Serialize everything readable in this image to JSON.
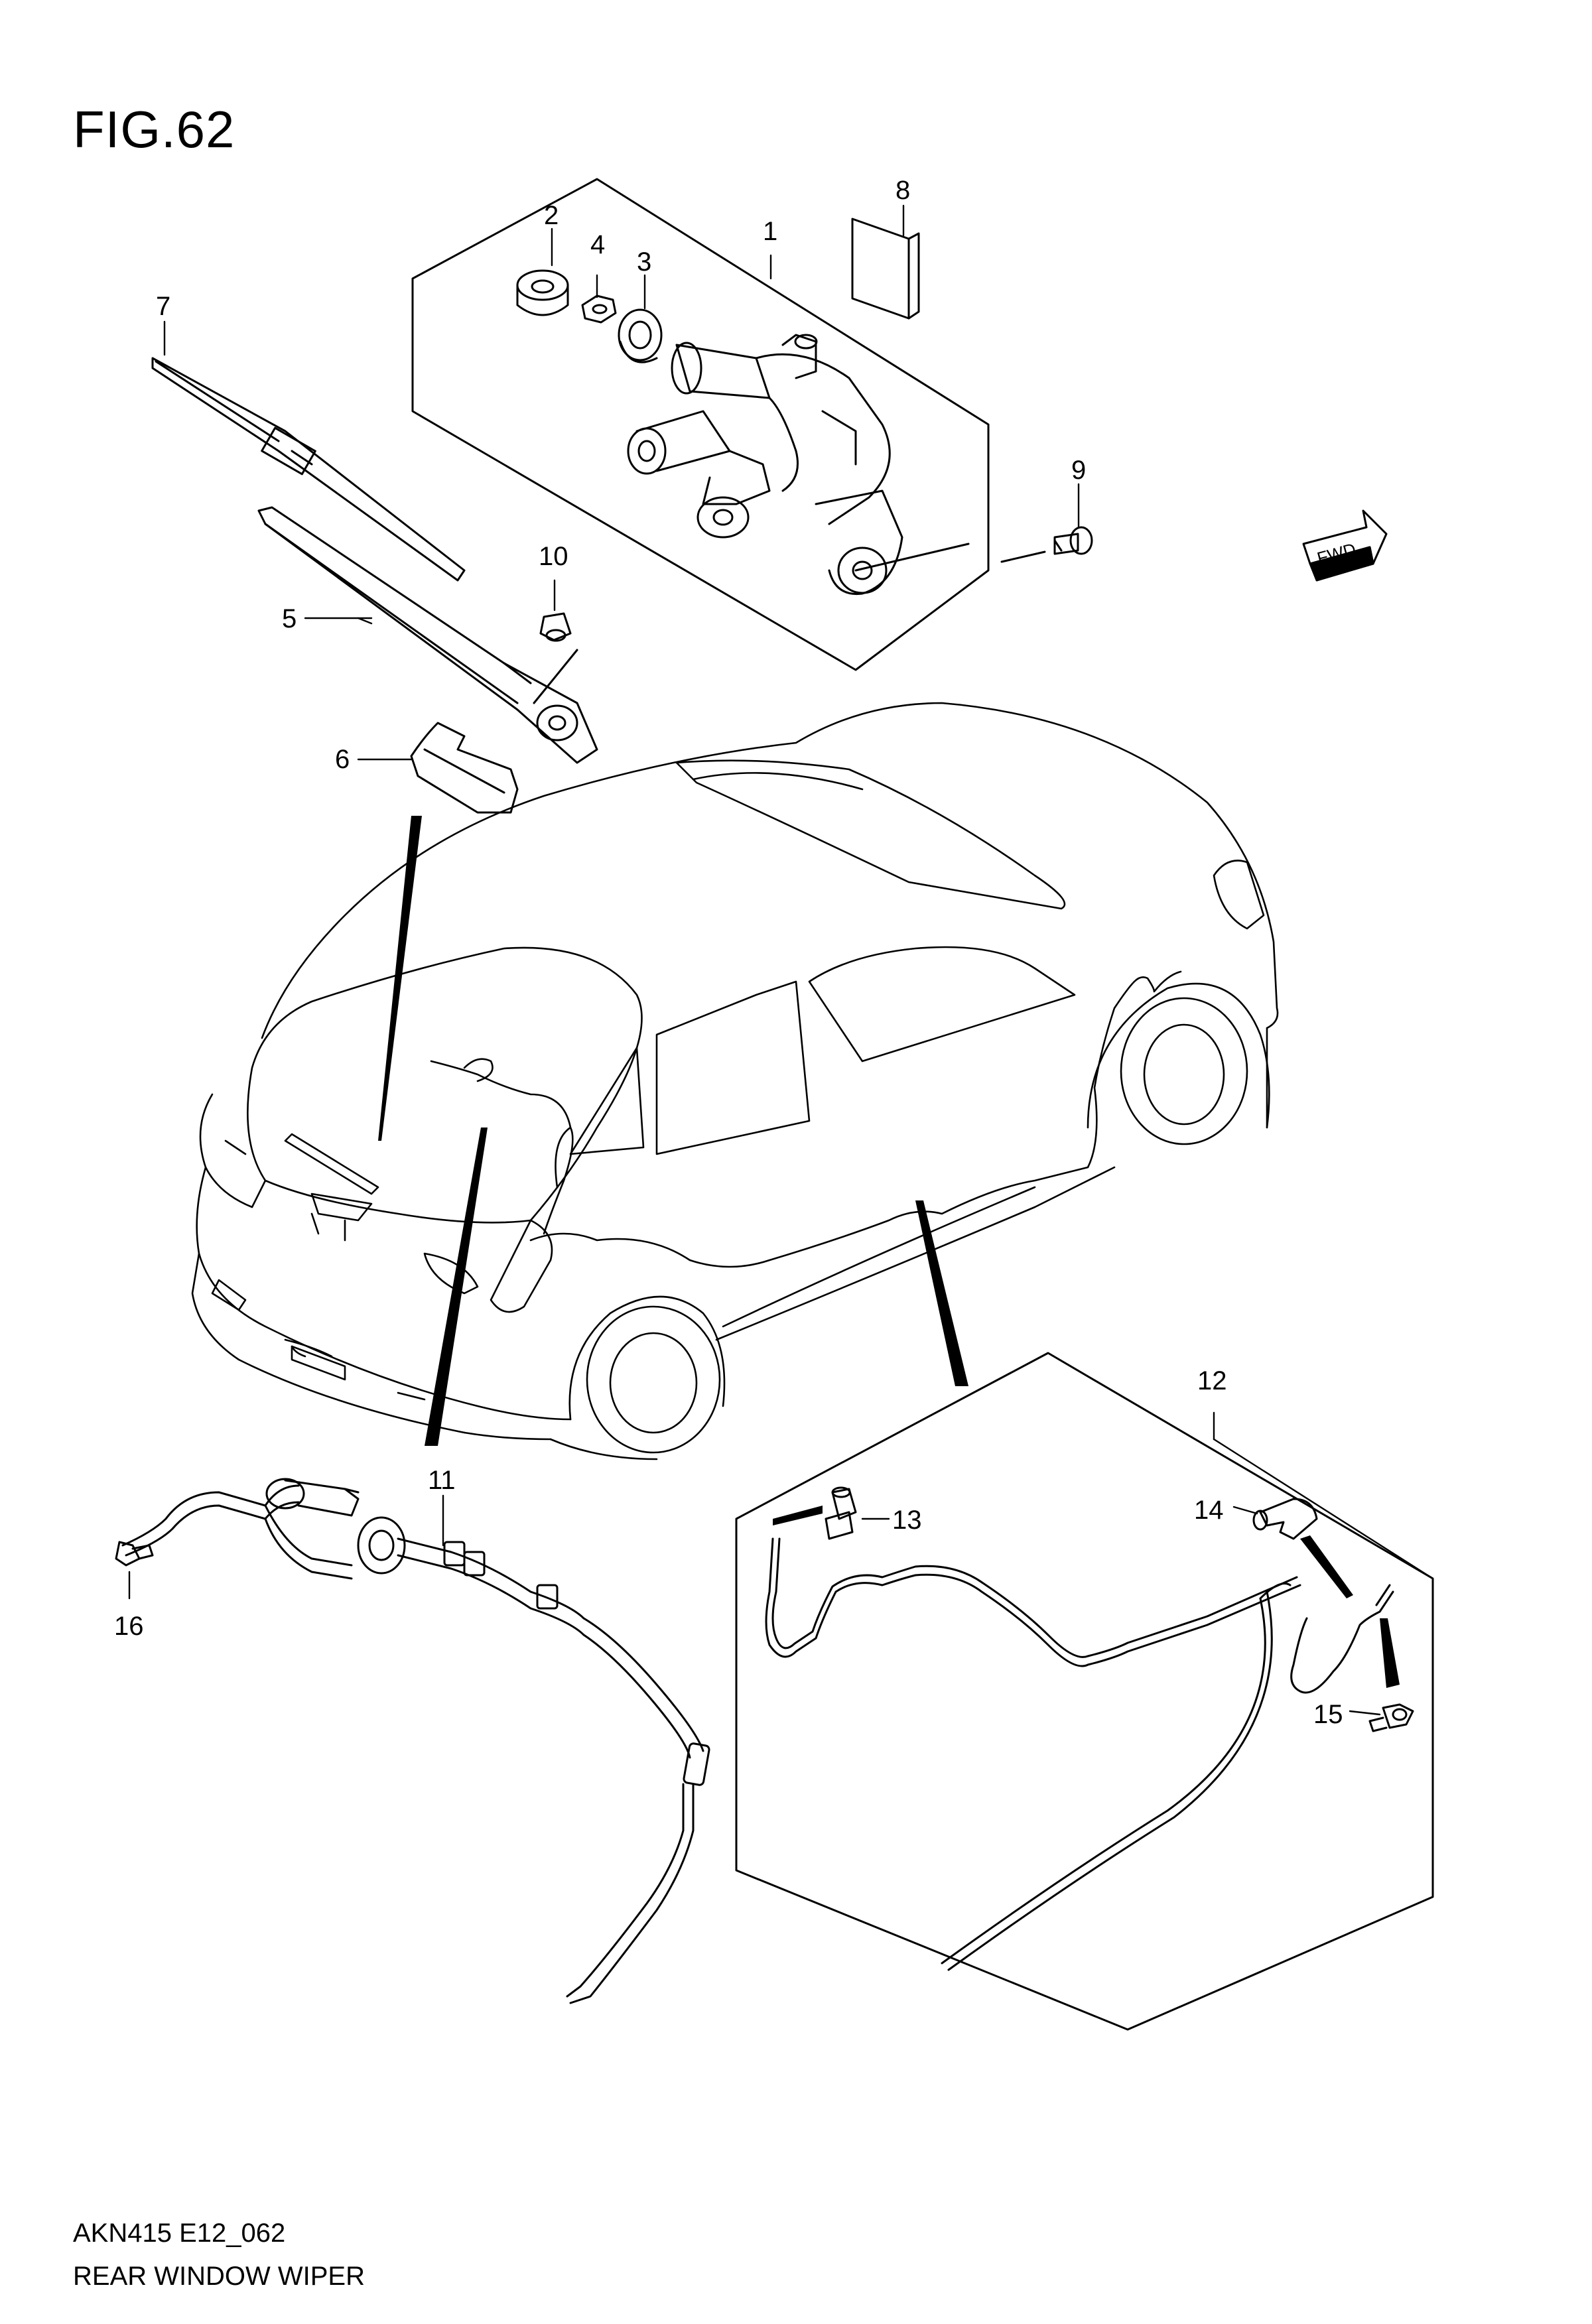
{
  "figure": {
    "title": "FIG.62"
  },
  "footer": {
    "code": "AKN415 E12_062",
    "caption": "REAR WINDOW WIPER"
  },
  "fwd_badge": {
    "label": "FWD"
  },
  "callouts": [
    {
      "id": "1",
      "label": "1"
    },
    {
      "id": "2",
      "label": "2"
    },
    {
      "id": "3",
      "label": "3"
    },
    {
      "id": "4",
      "label": "4"
    },
    {
      "id": "5",
      "label": "5"
    },
    {
      "id": "6",
      "label": "6"
    },
    {
      "id": "7",
      "label": "7"
    },
    {
      "id": "8",
      "label": "8"
    },
    {
      "id": "9",
      "label": "9"
    },
    {
      "id": "10",
      "label": "10"
    },
    {
      "id": "11",
      "label": "11"
    },
    {
      "id": "12",
      "label": "12"
    },
    {
      "id": "13",
      "label": "13"
    },
    {
      "id": "14",
      "label": "14"
    },
    {
      "id": "15",
      "label": "15"
    },
    {
      "id": "16",
      "label": "16"
    }
  ]
}
